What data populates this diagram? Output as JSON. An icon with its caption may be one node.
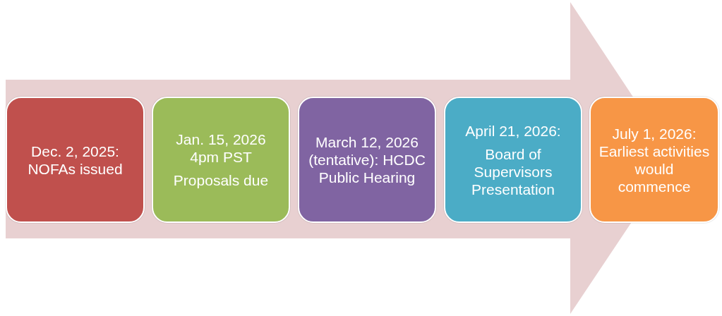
{
  "diagram": {
    "nodes": [
      {
        "text": [
          "Dec. 2, 2025: NOFAs issued"
        ]
      },
      {
        "text": [
          "Jan. 15, 2026 4pm PST",
          "Proposals due"
        ]
      },
      {
        "text": [
          "March 12, 2026 (tentative): HCDC Public Hearing"
        ]
      },
      {
        "text": [
          "April 21, 2026:",
          "Board of Supervisors Presentation"
        ]
      },
      {
        "text": [
          "July 1, 2026: Earliest activities would commence"
        ]
      }
    ]
  }
}
